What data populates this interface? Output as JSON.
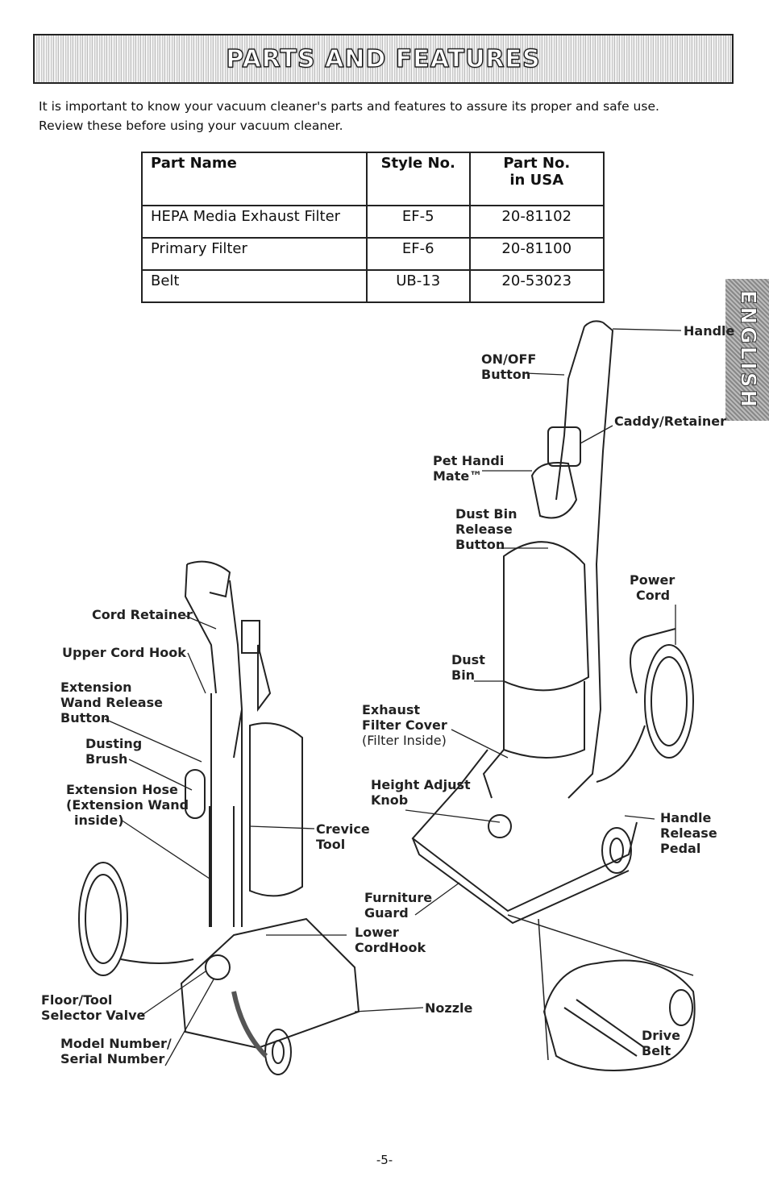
{
  "header": {
    "title": "PARTS AND FEATURES"
  },
  "intro": {
    "line1": "It is important to know your vacuum cleaner's parts and features to assure its proper and safe use.",
    "line2": "Review these before using your vacuum cleaner."
  },
  "parts_table": {
    "headers": [
      "Part Name",
      "Style No.",
      "Part No.",
      "in USA"
    ],
    "rows": [
      [
        "HEPA Media  Exhaust Filter",
        "EF-5",
        "20-81102"
      ],
      [
        "Primary Filter",
        "EF-6",
        "20-81100"
      ],
      [
        "Belt",
        "UB-13",
        "20-53023"
      ]
    ]
  },
  "side_tab": "ENGLISH",
  "labels": {
    "handle": "Handle",
    "on_off": [
      "ON/OFF",
      "Button"
    ],
    "caddy": "Caddy/Retainer",
    "pet_handi": [
      "Pet Handi",
      "Mate™"
    ],
    "dust_bin_release": [
      "Dust Bin",
      "Release",
      "Button"
    ],
    "power_cord": [
      "Power",
      "Cord"
    ],
    "cord_retainer": "Cord Retainer",
    "upper_cord_hook": "Upper Cord Hook",
    "ext_wand_release": [
      "Extension",
      "Wand Release",
      "Button"
    ],
    "dusting_brush": [
      "Dusting",
      "Brush"
    ],
    "extension_hose": [
      "Extension Hose",
      "(Extension Wand",
      "inside)"
    ],
    "dust_bin": [
      "Dust",
      "Bin"
    ],
    "exhaust_filter": [
      "Exhaust",
      "Filter Cover",
      "(Filter Inside)"
    ],
    "height_adjust": [
      "Height Adjust",
      "Knob"
    ],
    "handle_release": [
      "Handle",
      "Release",
      "Pedal"
    ],
    "crevice_tool": [
      "Crevice",
      "Tool"
    ],
    "furniture_guard": [
      "Furniture",
      "Guard"
    ],
    "lower_cordhook": [
      "Lower",
      "CordHook"
    ],
    "floor_tool": [
      "Floor/Tool",
      "Selector Valve"
    ],
    "nozzle": "Nozzle",
    "model_number": [
      "Model Number/",
      "Serial Number"
    ],
    "drive_belt": [
      "Drive",
      "Belt"
    ]
  },
  "page_number": "-5-"
}
